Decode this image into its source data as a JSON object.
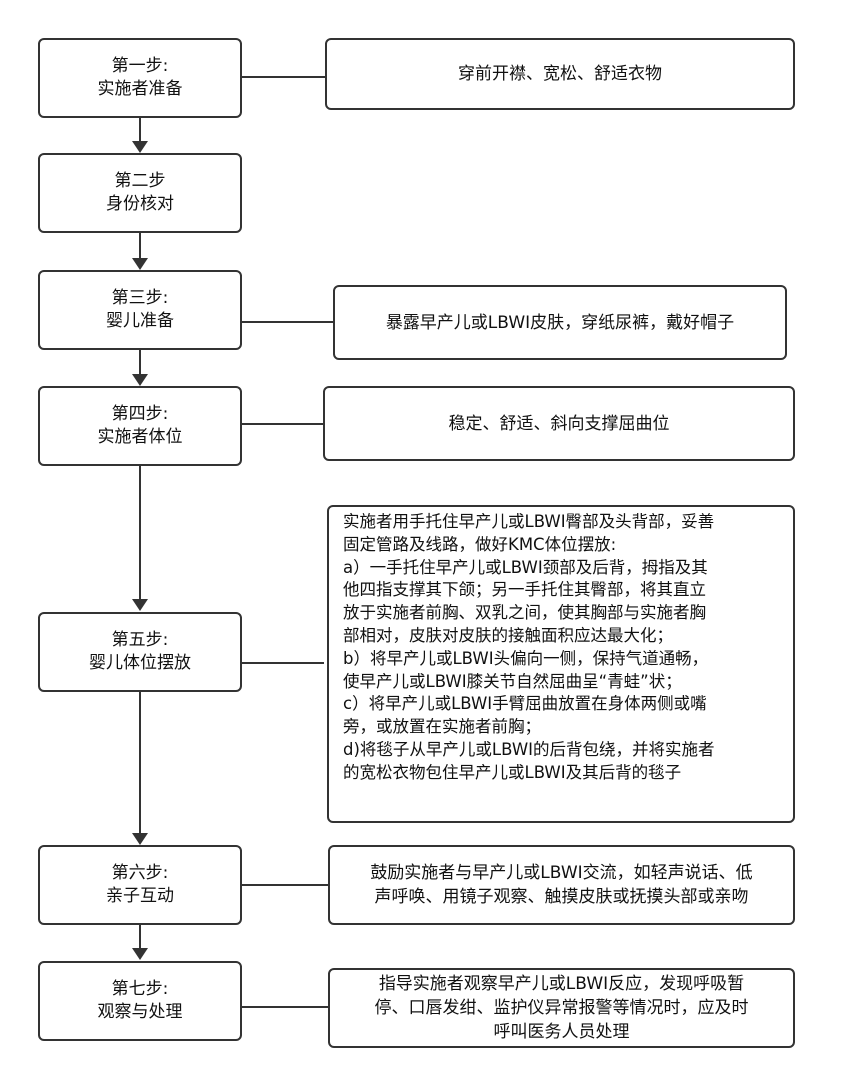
{
  "steps": [
    {
      "title": "第一步:",
      "name": "实施者准备"
    },
    {
      "title": "第二步",
      "name": "身份核对"
    },
    {
      "title": "第三步:",
      "name": "婴儿准备"
    },
    {
      "title": "第四步:",
      "name": "实施者体位"
    },
    {
      "title": "第五步:",
      "name": "婴儿体位摆放"
    },
    {
      "title": "第六步:",
      "name": "亲子互动"
    },
    {
      "title": "第七步:",
      "name": "观察与处理"
    }
  ],
  "notes": {
    "step1": [
      "穿前开襟、宽松、舒适衣物"
    ],
    "step3": [
      "暴露早产儿或LBWI皮肤，穿纸尿裤，戴好帽子"
    ],
    "step4": [
      "稳定、舒适、斜向支撑屈曲位"
    ],
    "step5": [
      "实施者用手托住早产儿或LBWI臀部及头背部，妥善",
      "固定管路及线路，做好KMC体位摆放:",
      "a）一手托住早产儿或LBWI颈部及后背，拇指及其",
      "他四指支撑其下颌；另一手托住其臀部，将其直立",
      "放于实施者前胸、双乳之间，使其胸部与实施者胸",
      "部相对，皮肤对皮肤的接触面积应达最大化；",
      "b）将早产儿或LBWI头偏向一侧，保持气道通畅，",
      "使早产儿或LBWI膝关节自然屈曲呈“青蛙”状；",
      "c）将早产儿或LBWI手臂屈曲放置在身体两侧或嘴",
      "旁，或放置在实施者前胸；",
      "d)将毯子从早产儿或LBWI的后背包绕，并将实施者",
      "的宽松衣物包住早产儿或LBWI及其后背的毯子"
    ],
    "step6": [
      "鼓励实施者与早产儿或LBWI交流，如轻声说话、低",
      "声呼唤、用镜子观察、触摸皮肤或抚摸头部或亲吻"
    ],
    "step7": [
      "指导实施者观察早产儿或LBWI反应，发现呼吸暂",
      "停、口唇发绀、监护仪异常报警等情况时，应及时",
      "呼叫医务人员处理"
    ]
  }
}
